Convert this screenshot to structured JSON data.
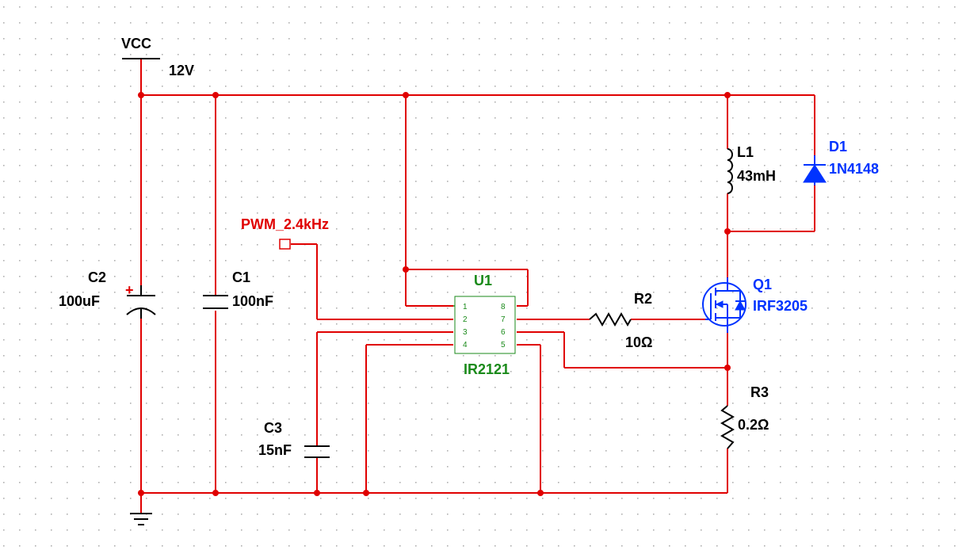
{
  "supply": {
    "name": "VCC",
    "value": "12V"
  },
  "components": {
    "c1": {
      "ref": "C1",
      "value": "100nF"
    },
    "c2": {
      "ref": "C2",
      "value": "100uF",
      "polarity": "+"
    },
    "c3": {
      "ref": "C3",
      "value": "15nF"
    },
    "r2": {
      "ref": "R2",
      "value": "10Ω"
    },
    "r3": {
      "ref": "R3",
      "value": "0.2Ω"
    },
    "l1": {
      "ref": "L1",
      "value": "43mH"
    },
    "d1": {
      "ref": "D1",
      "value": "1N4148"
    },
    "q1": {
      "ref": "Q1",
      "value": "IRF3205"
    },
    "u1": {
      "ref": "U1",
      "value": "IR2121",
      "pins": [
        "1",
        "2",
        "3",
        "4",
        "5",
        "6",
        "7",
        "8"
      ]
    }
  },
  "input_port": {
    "label": "PWM_2.4kHz"
  },
  "colors": {
    "wire": "#e00000",
    "component": "#000000",
    "semiconductor": "#0033ff",
    "ic": "#1a8a1a",
    "grid_dot": "#b0b0b0"
  }
}
